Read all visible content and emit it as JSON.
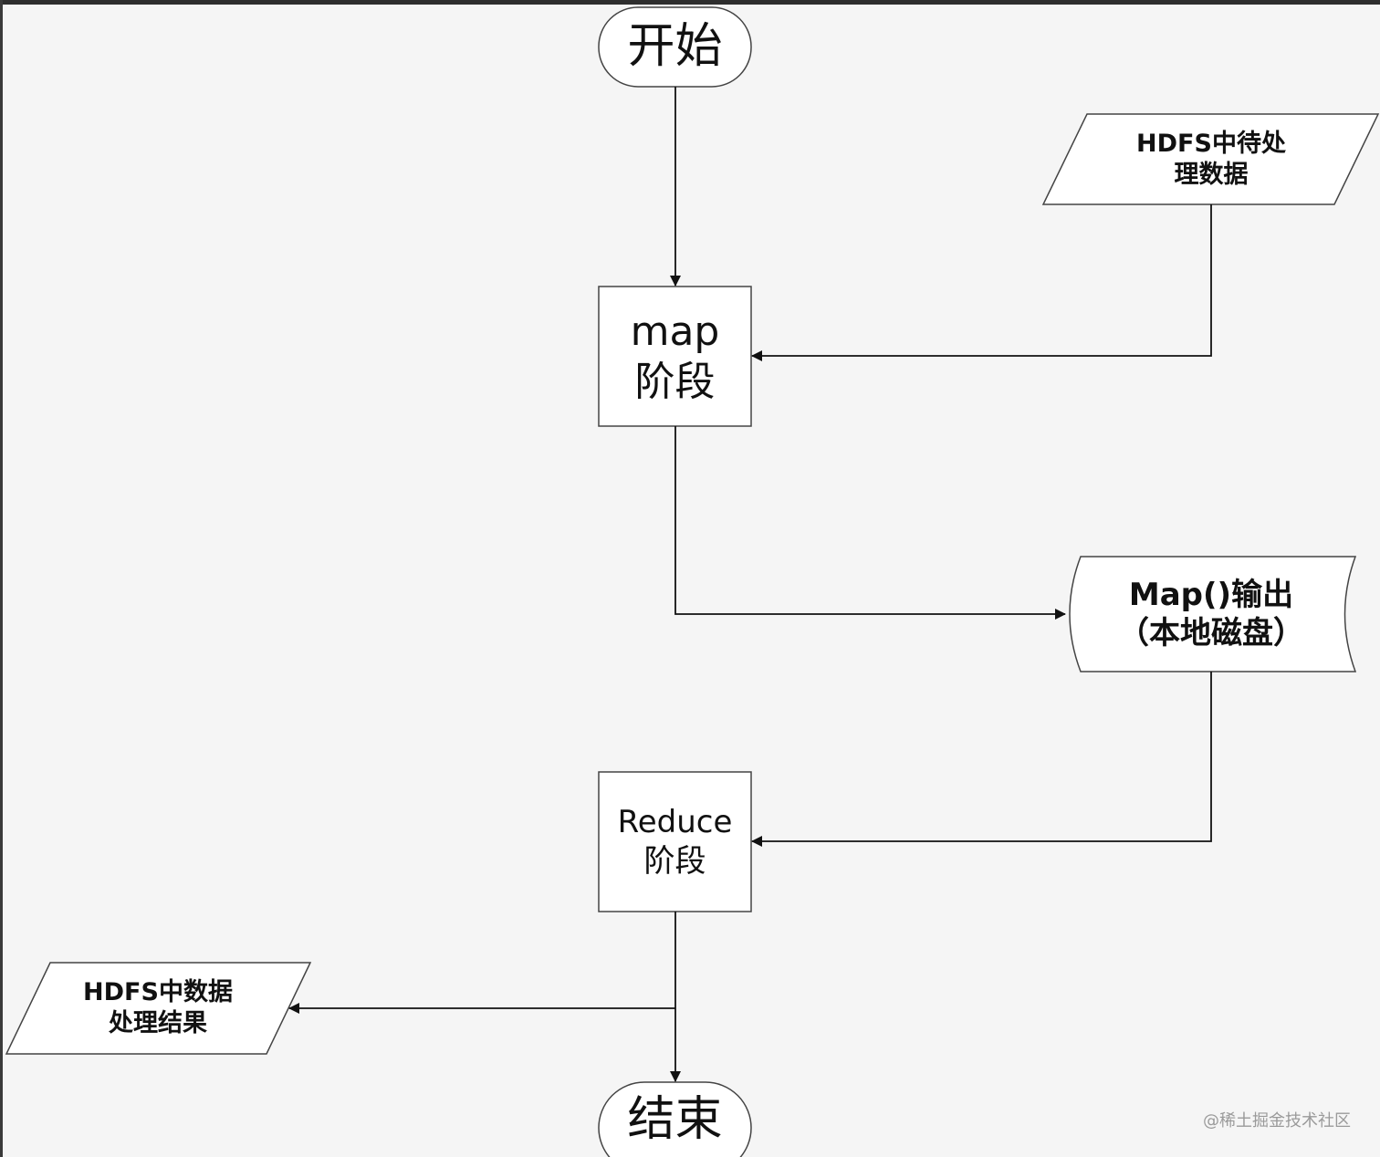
{
  "nodes": {
    "start": {
      "label": "开始"
    },
    "hdfs_input": {
      "line1": "HDFS中待处",
      "line2": "理数据"
    },
    "map_stage": {
      "line1": "map",
      "line2": "阶段"
    },
    "map_output": {
      "line1": "Map()输出",
      "line2": "（本地磁盘）"
    },
    "reduce_stage": {
      "line1": "Reduce",
      "line2": "阶段"
    },
    "hdfs_output": {
      "line1": "HDFS中数据",
      "line2": "处理结果"
    },
    "end": {
      "label": "结束"
    }
  },
  "watermark": "@稀土掘金技术社区"
}
